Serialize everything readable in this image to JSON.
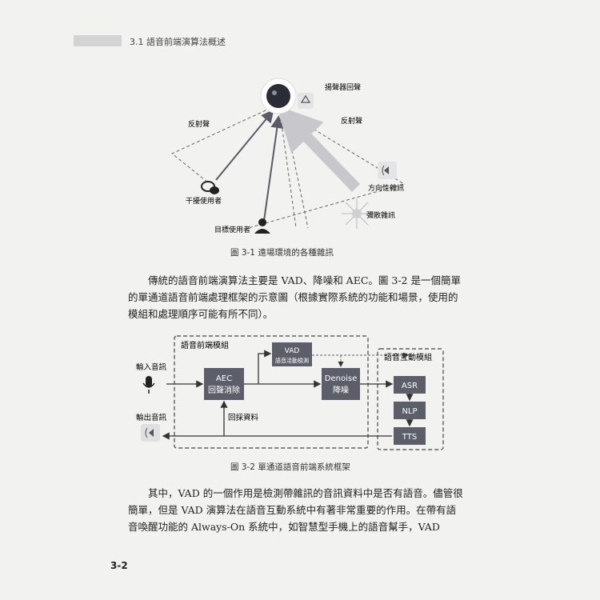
{
  "header": {
    "section": "3.1  語音前端演算法概述"
  },
  "figure1": {
    "labels": {
      "speaker_echo": "揚聲器回聲",
      "reflect_left": "反射聲",
      "reflect_right": "反射聲",
      "interfering_user": "干擾使用者",
      "directional_noise": "方向性雜訊",
      "diffuse_noise": "彌散雜訊",
      "target_user": "目標使用者"
    },
    "caption": "圖 3-1  遠場環境的各種雜訊"
  },
  "paragraph1": "傳統的語音前端演算法主要是 VAD、降噪和 AEC。圖 3-2 是一個簡單的單通道語音前端處理框架的示意圖（根據實際系統的功能和場景，使用的模組和處理順序可能有所不同）。",
  "figure2": {
    "front_module": "語音前端模組",
    "interaction_module": "語音互動模組",
    "input_label": "輸入音訊",
    "output_label": "輸出音訊",
    "aec_line1": "AEC",
    "aec_line2": "回聲消除",
    "vad_line1": "VAD",
    "vad_line2": "語音活動檢測",
    "denoise_line1": "Denoise",
    "denoise_line2": "降噪",
    "loopback": "回採資料",
    "asr": "ASR",
    "nlp": "NLP",
    "tts": "TTS",
    "caption": "圖 3-2  單通道語音前端系統框架"
  },
  "paragraph2": "其中，VAD 的一個作用是檢測帶雜訊的音訊資料中是否有語音。儘管很簡單，但是 VAD 演算法在語音互動系統中有著非常重要的作用。在帶有語音喚醒功能的 Always-On 系統中，如智慧型手機上的語音幫手，VAD",
  "page_number": "3-2"
}
